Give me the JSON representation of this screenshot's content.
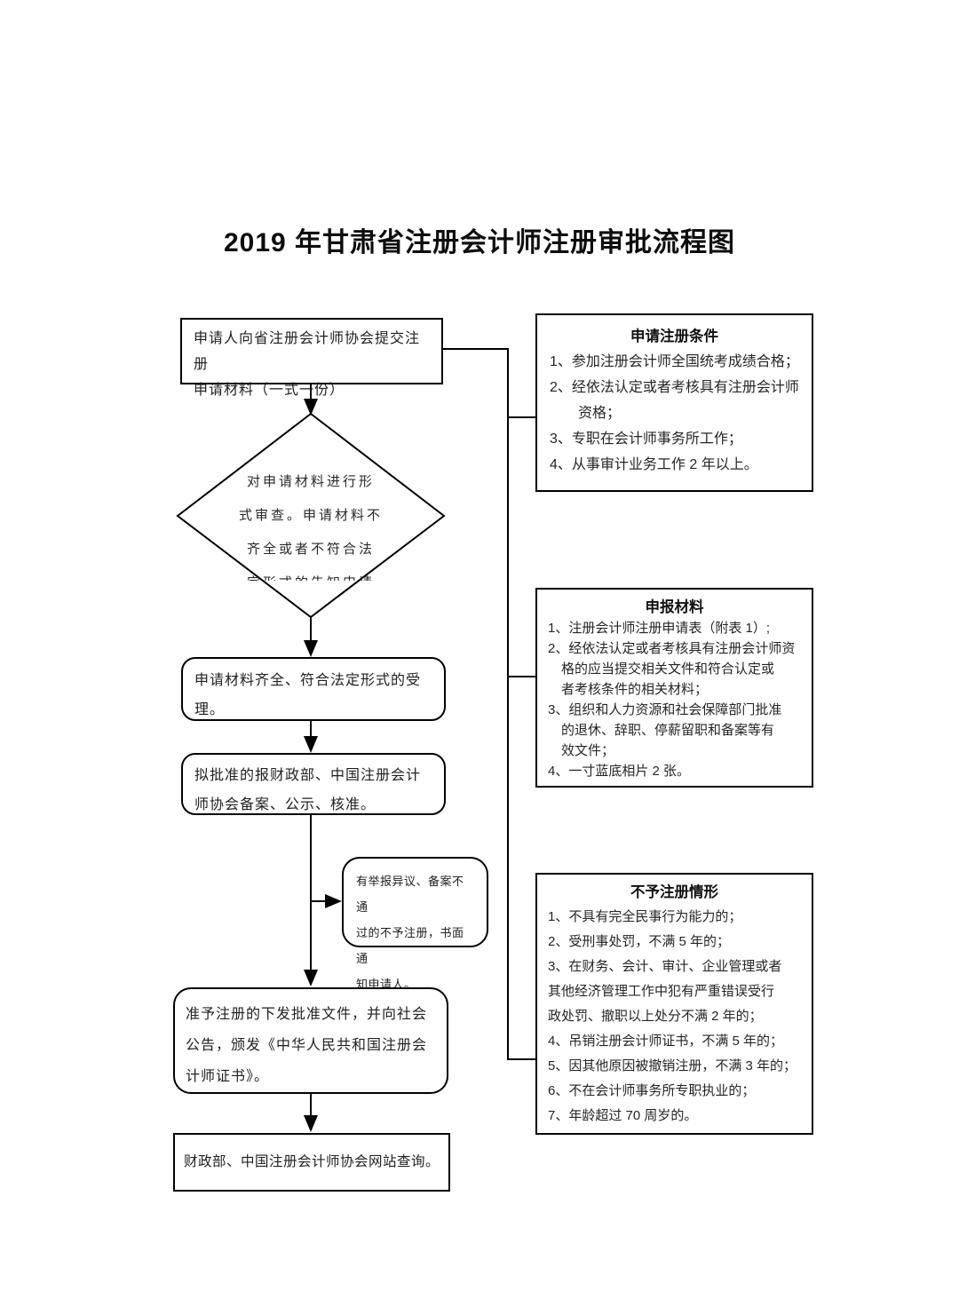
{
  "title": "2019 年甘肃省注册会计师注册审批流程图",
  "flow": {
    "submit": "申请人向省注册会计师协会提交注册\n申请材料（一式一份）",
    "review": "对申请材料进行形\n式审查。申请材料不\n齐全或者不符合法\n定形式的告知申请",
    "accept": "申请材料齐全、符合法定形式的受\n理。",
    "record": "拟批准的报财政部、中国注册会计\n师协会备案、公示、核准。",
    "reject_note": "有举报异议、备案不通\n过的不予注册，书面通\n知申请人。",
    "approve": "准予注册的下发批准文件，并向社会\n公告，颁发《中华人民共和国注册会\n计师证书》。",
    "query": "财政部、中国注册会计师协会网站查询。"
  },
  "info_boxes": [
    {
      "title": "申请注册条件",
      "items": [
        "1、参加注册会计师全国统考成绩合格；",
        "2、经依法认定或者考核具有注册会计师\n　　资格；",
        "3、专职在会计师事务所工作；",
        "4、从事审计业务工作 2 年以上。"
      ]
    },
    {
      "title": "申报材料",
      "items": [
        "1、注册会计师注册申请表（附表 1）;",
        "2、经依法认定或者考核具有注册会计师资\n　格的应当提交相关文件和符合认定或\n　者考核条件的相关材料；",
        "3、组织和人力资源和社会保障部门批准\n　的退休、辞职、停薪留职和备案等有\n　效文件；",
        "4、一寸蓝底相片 2 张。"
      ]
    },
    {
      "title": "不予注册情形",
      "items": [
        "1、不具有完全民事行为能力的；",
        "2、受刑事处罚，不满 5 年的；",
        "3、在财务、会计、审计、企业管理或者\n其他经济管理工作中犯有严重错误受行\n政处罚、撤职以上处分不满 2 年的；",
        "4、吊销注册会计师证书，不满 5 年的；",
        "5、因其他原因被撤销注册，不满 3 年的；",
        "6、不在会计师事务所专职执业的；",
        "7、年龄超过 70 周岁的。"
      ]
    }
  ],
  "colors": {
    "line": "#000000",
    "text": "#222222",
    "background": "#ffffff"
  }
}
